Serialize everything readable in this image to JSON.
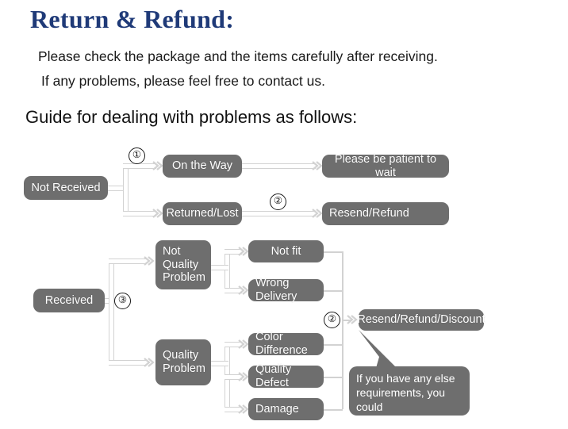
{
  "header": {
    "title": "Return & Refund:",
    "title_color": "#1f3a78",
    "lines": [
      "Please check the package and the items carefully after receiving.",
      "If any problems, please feel free to contact us."
    ],
    "guide_label": "Guide for dealing with problems as follows:"
  },
  "theme": {
    "node_fill": "#6e6e6e",
    "node_text": "#ffffff",
    "connector": "#d2d2d2",
    "page_bg": "#ffffff"
  },
  "flowchart": {
    "nodes": {
      "not_received": "Not Received",
      "on_the_way": "On the Way",
      "returned_lost": "Returned/Lost",
      "please_wait": "Please be patient to wait",
      "resend_refund": "Resend/Refund",
      "received": "Received",
      "not_quality_problem": "Not\nQuality\nProblem",
      "quality_problem": "Quality\nProblem",
      "not_fit": "Not fit",
      "wrong_delivery": "Wrong Delivery",
      "color_difference": "Color Difference",
      "quality_defect": "Quality Defect",
      "damage": "Damage",
      "resend_refund_discount": "Resend/Refund/Discount"
    },
    "markers": {
      "one": "①",
      "two_top": "②",
      "three": "③",
      "two_bottom": "②"
    },
    "callout": "If you have any else\nrequirements, you could\nalso tell us!"
  }
}
